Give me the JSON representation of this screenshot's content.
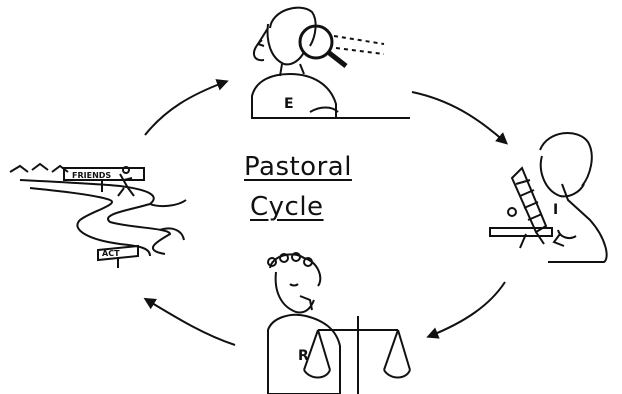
{
  "title": {
    "line1": "Pastoral",
    "line2": "Cycle"
  },
  "stages": [
    {
      "letter": "E",
      "icon": "magnifying-glass-icon"
    },
    {
      "letter": "I",
      "icon": "microscope-icon"
    },
    {
      "letter": "R",
      "icon": "balance-scale-icon"
    },
    {
      "letter": "",
      "icon": "road-journey-icon"
    }
  ],
  "signs": {
    "friends": "FRIENDS",
    "act": "ACT"
  }
}
